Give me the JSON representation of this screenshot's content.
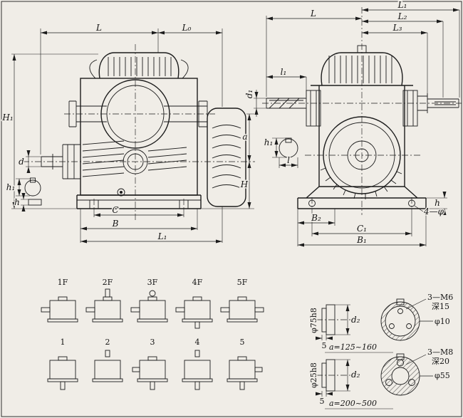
{
  "frame": {
    "bg": "#f0ede7",
    "ink": "#1c1c1c"
  },
  "left_view": {
    "dim_L": "L",
    "dim_L0": "L₀",
    "dim_H1": "H₁",
    "dim_d": "d",
    "dim_h1": "h₁",
    "dim_h": "h",
    "dim_C": "C",
    "dim_B": "B",
    "dim_L1": "L₁",
    "dim_a": "a",
    "dim_H": "H"
  },
  "right_view": {
    "dim_L1": "L₁",
    "dim_L2": "L₂",
    "dim_L3": "L₃",
    "dim_L": "L",
    "dim_l1": "l₁",
    "dim_d1": "d₁",
    "dim_h1": "h₁",
    "dim_l": "l",
    "dim_B2": "B₂",
    "dim_C1": "C₁",
    "dim_B1": "B₁",
    "dim_bolts": "4—φ",
    "dim_h": "h"
  },
  "variants": {
    "row1": [
      "1F",
      "2F",
      "3F",
      "4F",
      "5F"
    ],
    "row2": [
      "1",
      "2",
      "3",
      "4",
      "5"
    ]
  },
  "details": {
    "top": {
      "shaft": "φ75h8",
      "d2": "d₂",
      "step": "5",
      "thread": "3—M6",
      "depth": "深15",
      "hole": "φ10",
      "range": "a=125~160"
    },
    "bottom": {
      "shaft": "φ25h8",
      "d2": "d₂",
      "step": "5",
      "thread": "3—M8",
      "depth": "深20",
      "hole": "φ55",
      "range": "a=200~500"
    }
  }
}
